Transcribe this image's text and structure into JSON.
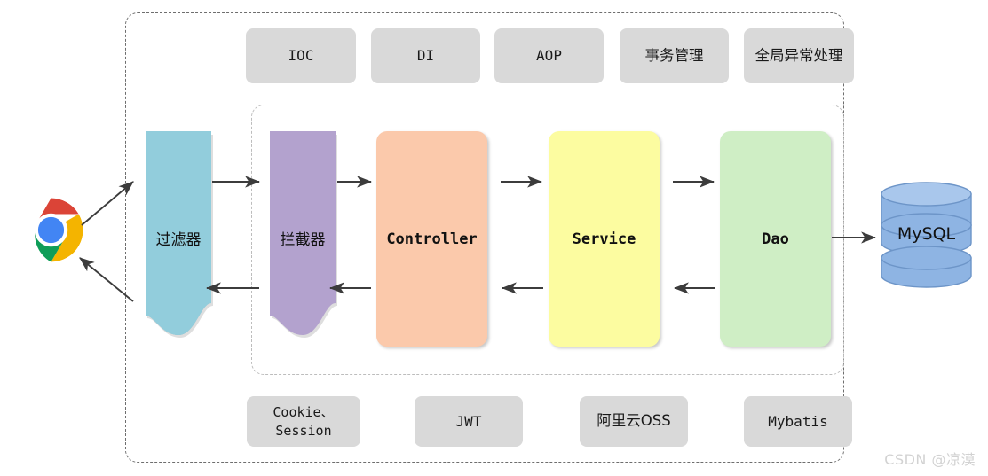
{
  "diagram": {
    "title": "Spring Boot Web request flow architecture",
    "colors": {
      "chip_fill": "#d9d9d9",
      "filter_fill": "#92cddc",
      "interceptor_fill": "#b3a2ce",
      "controller_fill": "#fbc9ab",
      "service_fill": "#fcfca0",
      "dao_fill": "#cfeec5",
      "mysql_fill": "#8eb4e3",
      "arrow": "#404040",
      "outer_border": "#6e6e6e",
      "inner_border": "#bdbdbd",
      "watermark": "#d2d2d2"
    },
    "top_features": [
      {
        "label": "IOC",
        "icon": "chip"
      },
      {
        "label": "DI",
        "icon": "chip"
      },
      {
        "label": "AOP",
        "icon": "chip"
      },
      {
        "label": "事务管理",
        "icon": "chip"
      },
      {
        "label": "全局异常处理",
        "icon": "chip"
      }
    ],
    "bottom_features": [
      {
        "label": "Cookie、\nSession",
        "icon": "chip"
      },
      {
        "label": "JWT",
        "icon": "chip"
      },
      {
        "label": "阿里云OSS",
        "icon": "chip"
      },
      {
        "label": "Mybatis",
        "icon": "chip"
      }
    ],
    "client": {
      "label": "chrome-browser",
      "icon": "chrome-icon"
    },
    "pipeline": [
      {
        "label": "过滤器",
        "shape": "document"
      },
      {
        "label": "拦截器",
        "shape": "document"
      },
      {
        "label": "Controller",
        "shape": "rounded-rect"
      },
      {
        "label": "Service",
        "shape": "rounded-rect"
      },
      {
        "label": "Dao",
        "shape": "rounded-rect"
      }
    ],
    "database": {
      "label": "MySQL",
      "icon": "database-cylinder-icon"
    },
    "watermark": "CSDN @凉漠"
  }
}
